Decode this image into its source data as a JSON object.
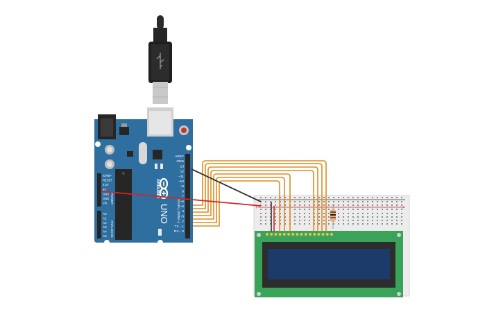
{
  "arduino": {
    "brand": "ARDUINO",
    "model": "UNO",
    "header_labels": [
      "AREF",
      "GND",
      "13",
      "12",
      "~11",
      "~10",
      "~9",
      "8",
      "7",
      "~6",
      "~5",
      "4",
      "~3",
      "2",
      "TX→1",
      "RX←0"
    ],
    "digital_label": "DIGITAL (PWM ~)",
    "power_labels": [
      "IOREF",
      "RESET",
      "3.3V",
      "5V",
      "GND",
      "GND",
      "Vin"
    ],
    "power_title": "POWER",
    "analog_labels": [
      "A0",
      "A1",
      "A2",
      "A3",
      "A4",
      "A5"
    ],
    "analog_title": "ANALOG IN"
  },
  "breadboard": {
    "rail_plus": "+",
    "rail_minus": "−"
  },
  "lcd": {
    "display_text": ""
  },
  "colors": {
    "board": "#2f6fa0",
    "wire_signal": "#e08a1e",
    "wire_power": "#d42424",
    "wire_ground": "#333333",
    "lcd_pcb": "#3aa35a",
    "lcd_screen": "#1c3a6a"
  }
}
